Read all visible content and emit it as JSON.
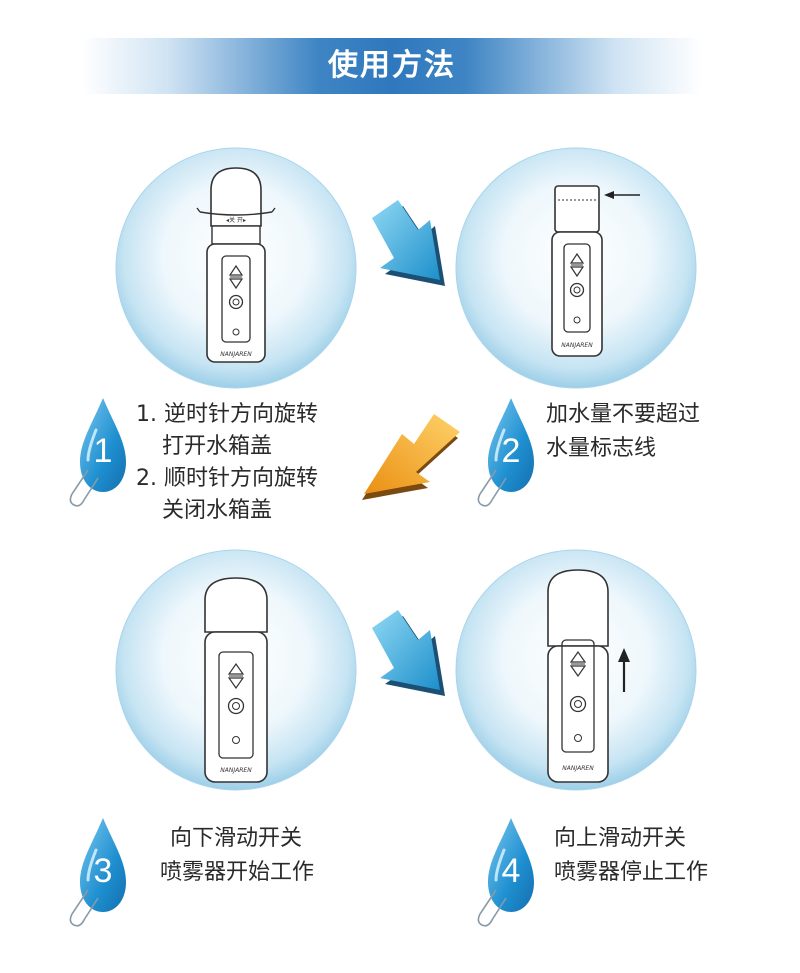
{
  "title": "使用方法",
  "steps": [
    {
      "number": "1",
      "lines": [
        "1. 逆时针方向旋转",
        "打开水箱盖",
        "2. 顺时针方向旋转",
        "关闭水箱盖"
      ]
    },
    {
      "number": "2",
      "lines": [
        "加水量不要超过",
        "水量标志线"
      ]
    },
    {
      "number": "3",
      "lines": [
        "向下滑动开关",
        "喷雾器开始工作"
      ]
    },
    {
      "number": "4",
      "lines": [
        "向上滑动开关",
        "喷雾器停止工作"
      ]
    }
  ],
  "colors": {
    "banner_blue": "#2f78bd",
    "circle_blue": "#bfe0f1",
    "arrow_blue": "#2ea7d8",
    "arrow_orange": "#f2a324",
    "drop_blue": "#1e8fd0"
  },
  "icons": [
    "water-drop-icon",
    "paperclip-icon",
    "arrow-down-right-icon",
    "arrow-down-left-icon",
    "up-arrow-icon"
  ]
}
